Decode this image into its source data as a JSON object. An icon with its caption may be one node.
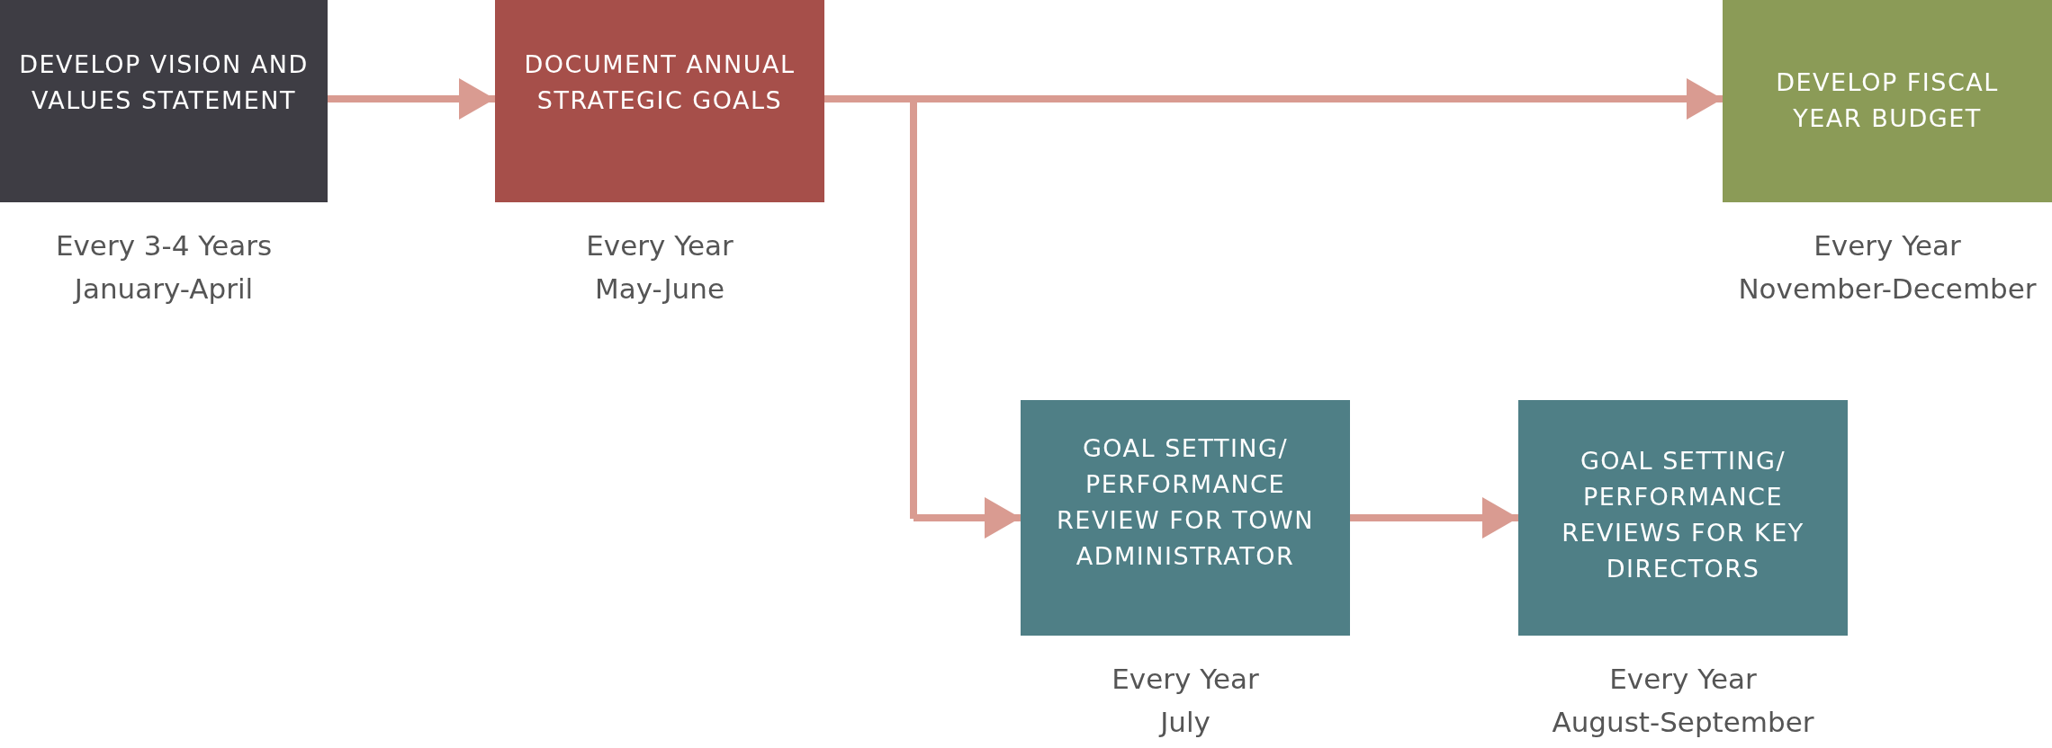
{
  "diagram": {
    "nodes": [
      {
        "text": [
          "DEVELOP VISION AND VALUES STATEMENT"
        ],
        "beside": [
          "Every 3-4 Years",
          "January-April"
        ]
      },
      {
        "text": [
          "DOCUMENT ANNUAL STRATEGIC GOALS"
        ],
        "beside": [
          "Every Year",
          "May-June"
        ]
      },
      {
        "text": [
          "DEVELOP FISCAL YEAR BUDGET"
        ],
        "beside": [
          "Every Year",
          "November-December"
        ]
      },
      {
        "text": [
          "GOAL SETTING/ PERFORMANCE REVIEW FOR TOWN ADMINISTRATOR"
        ],
        "beside": [
          "Every Year",
          "July"
        ]
      },
      {
        "text": [
          "GOAL SETTING/ PERFORMANCE REVIEWS FOR KEY DIRECTORS"
        ],
        "beside": [
          "Every Year",
          "August-September"
        ]
      }
    ],
    "edges": [
      {
        "from": 0,
        "to": 1,
        "arrow": "to"
      },
      {
        "from": 1,
        "to": 2,
        "arrow": "to"
      },
      {
        "from": 1,
        "to": 3,
        "arrow": "to"
      },
      {
        "from": 3,
        "to": 4,
        "arrow": "to"
      }
    ]
  }
}
